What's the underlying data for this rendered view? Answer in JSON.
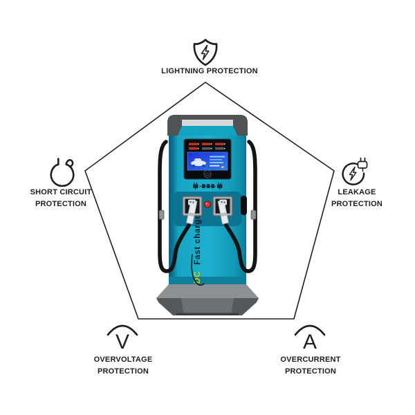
{
  "background_color": "#ffffff",
  "diagram": {
    "type": "pentagon-feature-diagram",
    "line_color": "#1f1f1f",
    "features": [
      {
        "id": "lightning-protection",
        "icon": "shield-lightning-icon",
        "label_lines": [
          "LIGHTNING PROTECTION",
          ""
        ]
      },
      {
        "id": "leakage-protection",
        "icon": "leakage-plug-icon",
        "label_lines": [
          "LEAKAGE",
          "PROTECTION"
        ]
      },
      {
        "id": "overcurrent-protection",
        "icon": "overcurrent-arc-icon",
        "glyph": "A",
        "label_lines": [
          "OVERCURRENT",
          "PROTECTION"
        ]
      },
      {
        "id": "overvoltage-protection",
        "icon": "overvoltage-arc-icon",
        "glyph": "V",
        "label_lines": [
          "OVERVOLTAGE",
          "PROTECTION"
        ]
      },
      {
        "id": "short-circuit-protection",
        "icon": "circular-reset-arrow-icon",
        "label_lines": [
          "SHORT CIRCUIT",
          "PROTECTION"
        ]
      }
    ],
    "charger": {
      "name": "dc-fast-charger",
      "brand_prefix": "DC",
      "brand_name": "Fast charger",
      "colors": {
        "body_teal": "#1db0d0",
        "panel_teal": "#0c7490",
        "cap_gray": "#4e5358",
        "band_gray": "#d5d7d8",
        "base_gray": "#8e9193",
        "cable_black": "#141414",
        "button_red": "#df3a30",
        "brand_accent_yellow": "#c8d400",
        "screen_blue": "#2a52dd"
      }
    }
  }
}
